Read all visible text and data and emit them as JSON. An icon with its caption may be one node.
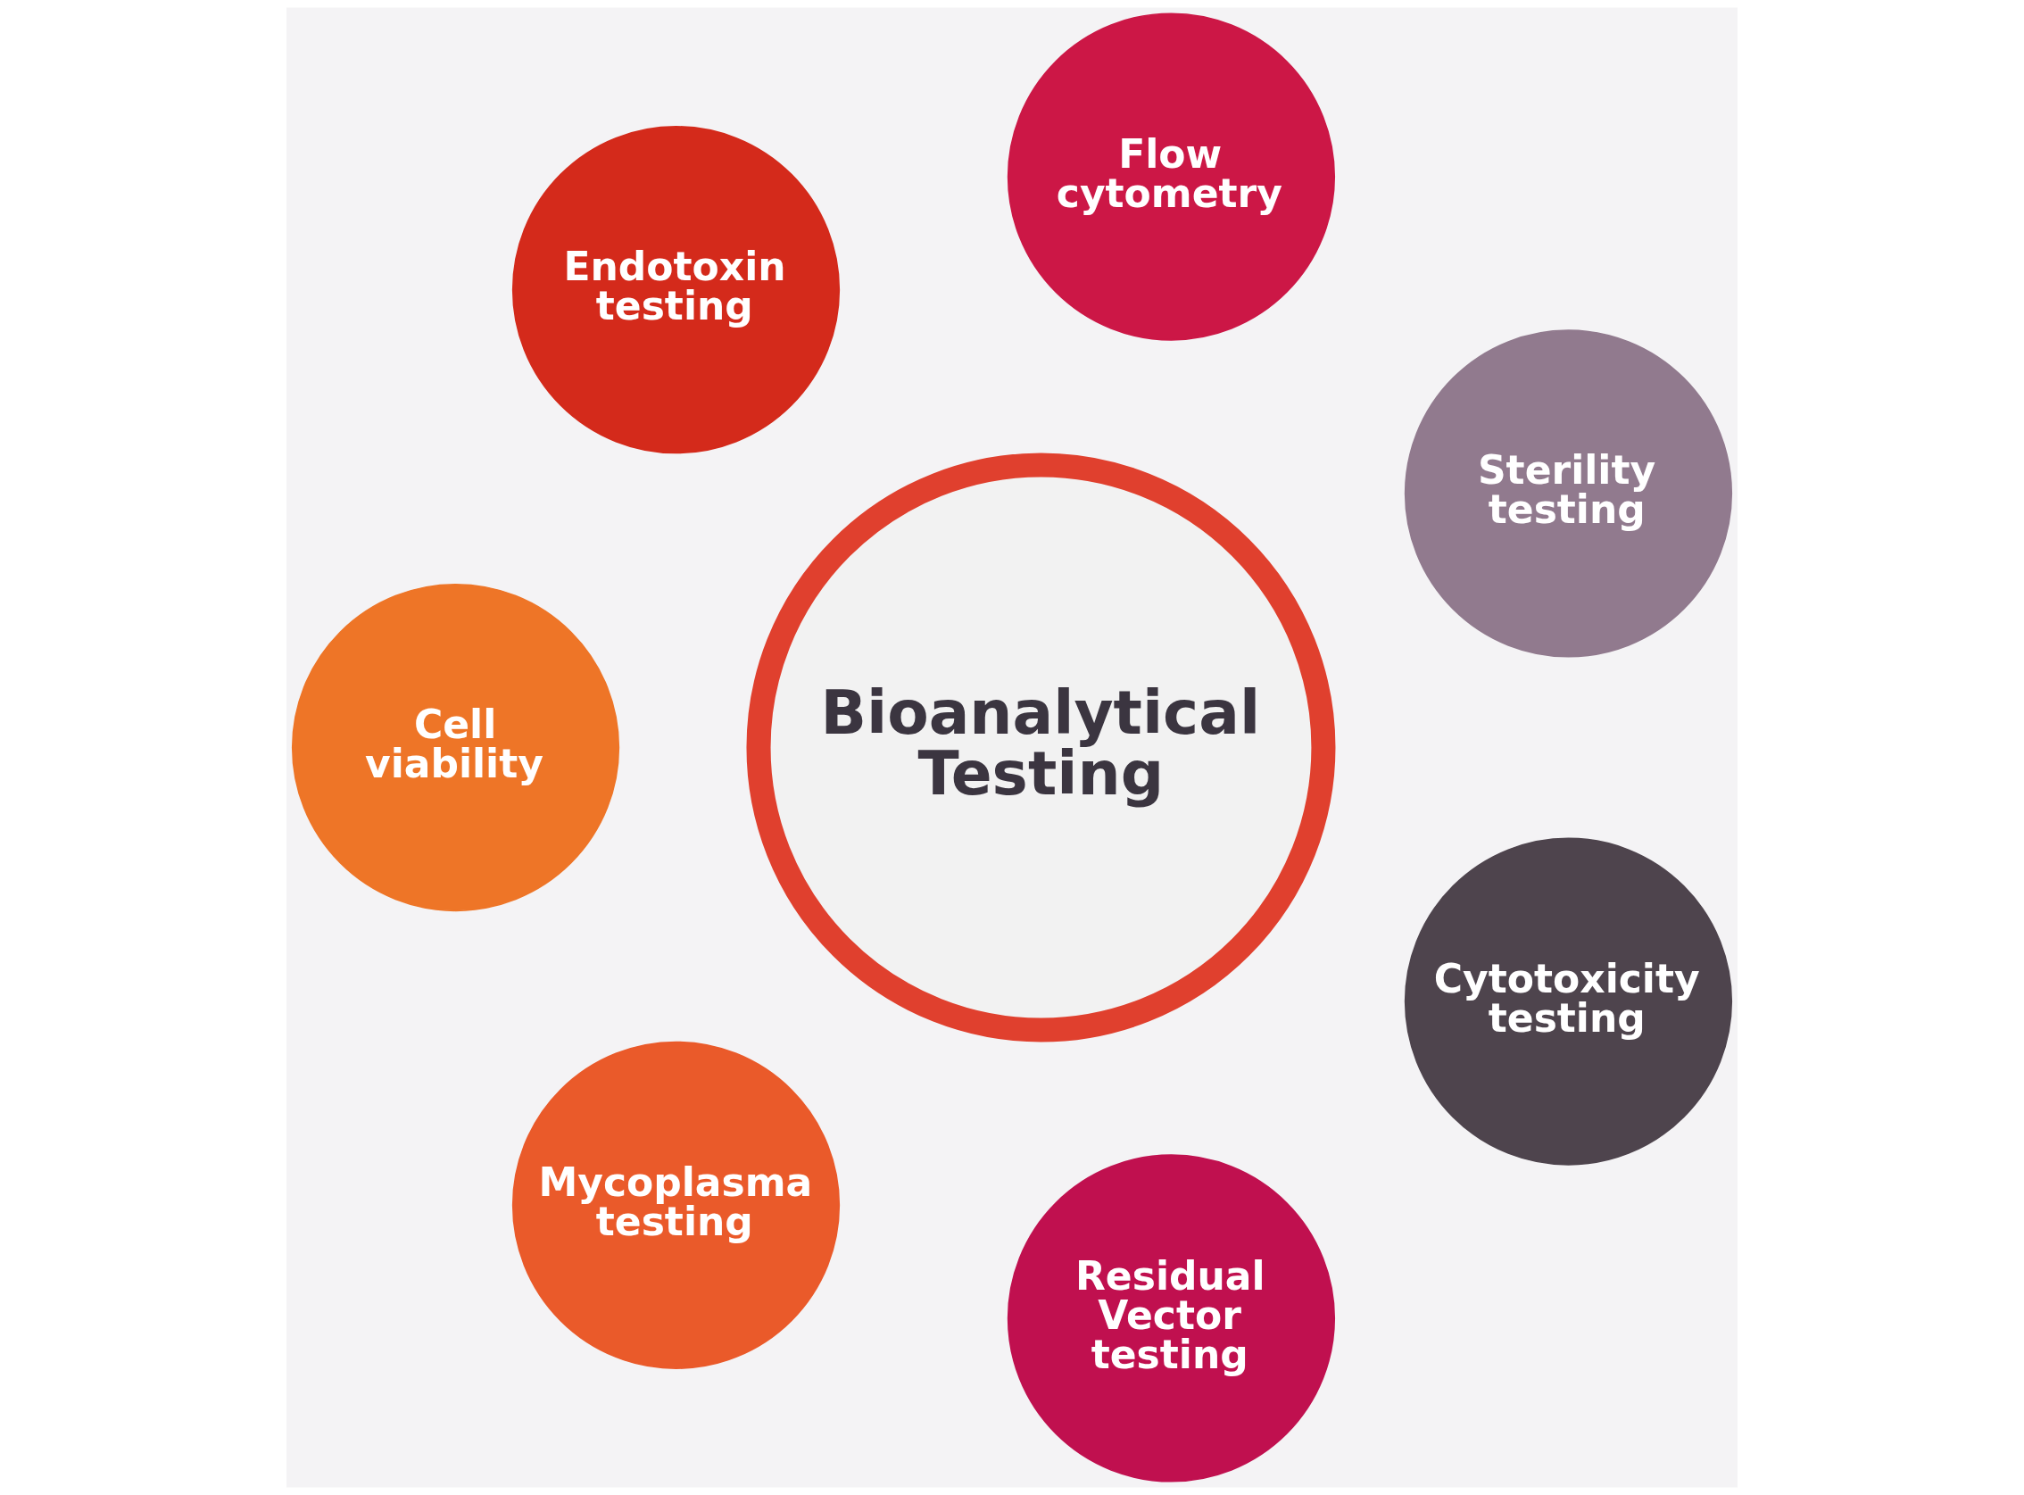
{
  "diagram": {
    "nodes": [
      {
        "text": [
          "Bioanalytical Testing"
        ]
      },
      {
        "text": [
          "Endotoxin testing"
        ]
      },
      {
        "text": [
          "Flow cytometry"
        ]
      },
      {
        "text": [
          "Cell viability"
        ]
      },
      {
        "text": [
          "Sterility testing"
        ]
      },
      {
        "text": [
          "Mycoplasma testing"
        ]
      },
      {
        "text": [
          "Cytotoxicity testing"
        ]
      },
      {
        "text": [
          "Residual Vector testing"
        ]
      }
    ]
  }
}
